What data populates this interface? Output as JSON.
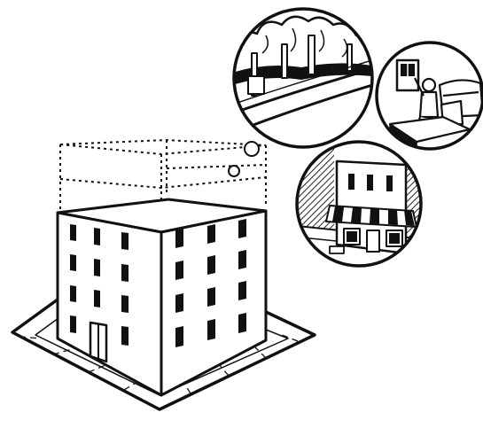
{
  "scene": {
    "subject": "apartment-building-illustration",
    "style": "black-and-white line art",
    "colors": {
      "ink": "#111111",
      "paper": "#ffffff",
      "hatch": "#222222"
    },
    "vignettes": [
      {
        "name": "park-scene-bubble",
        "content": "trees-and-path"
      },
      {
        "name": "home-interior-bubble",
        "content": "person-at-window-with-sofa"
      },
      {
        "name": "storefront-bubble",
        "content": "shop-with-awning"
      }
    ],
    "dotted_outline": "planned-additional-floors"
  }
}
